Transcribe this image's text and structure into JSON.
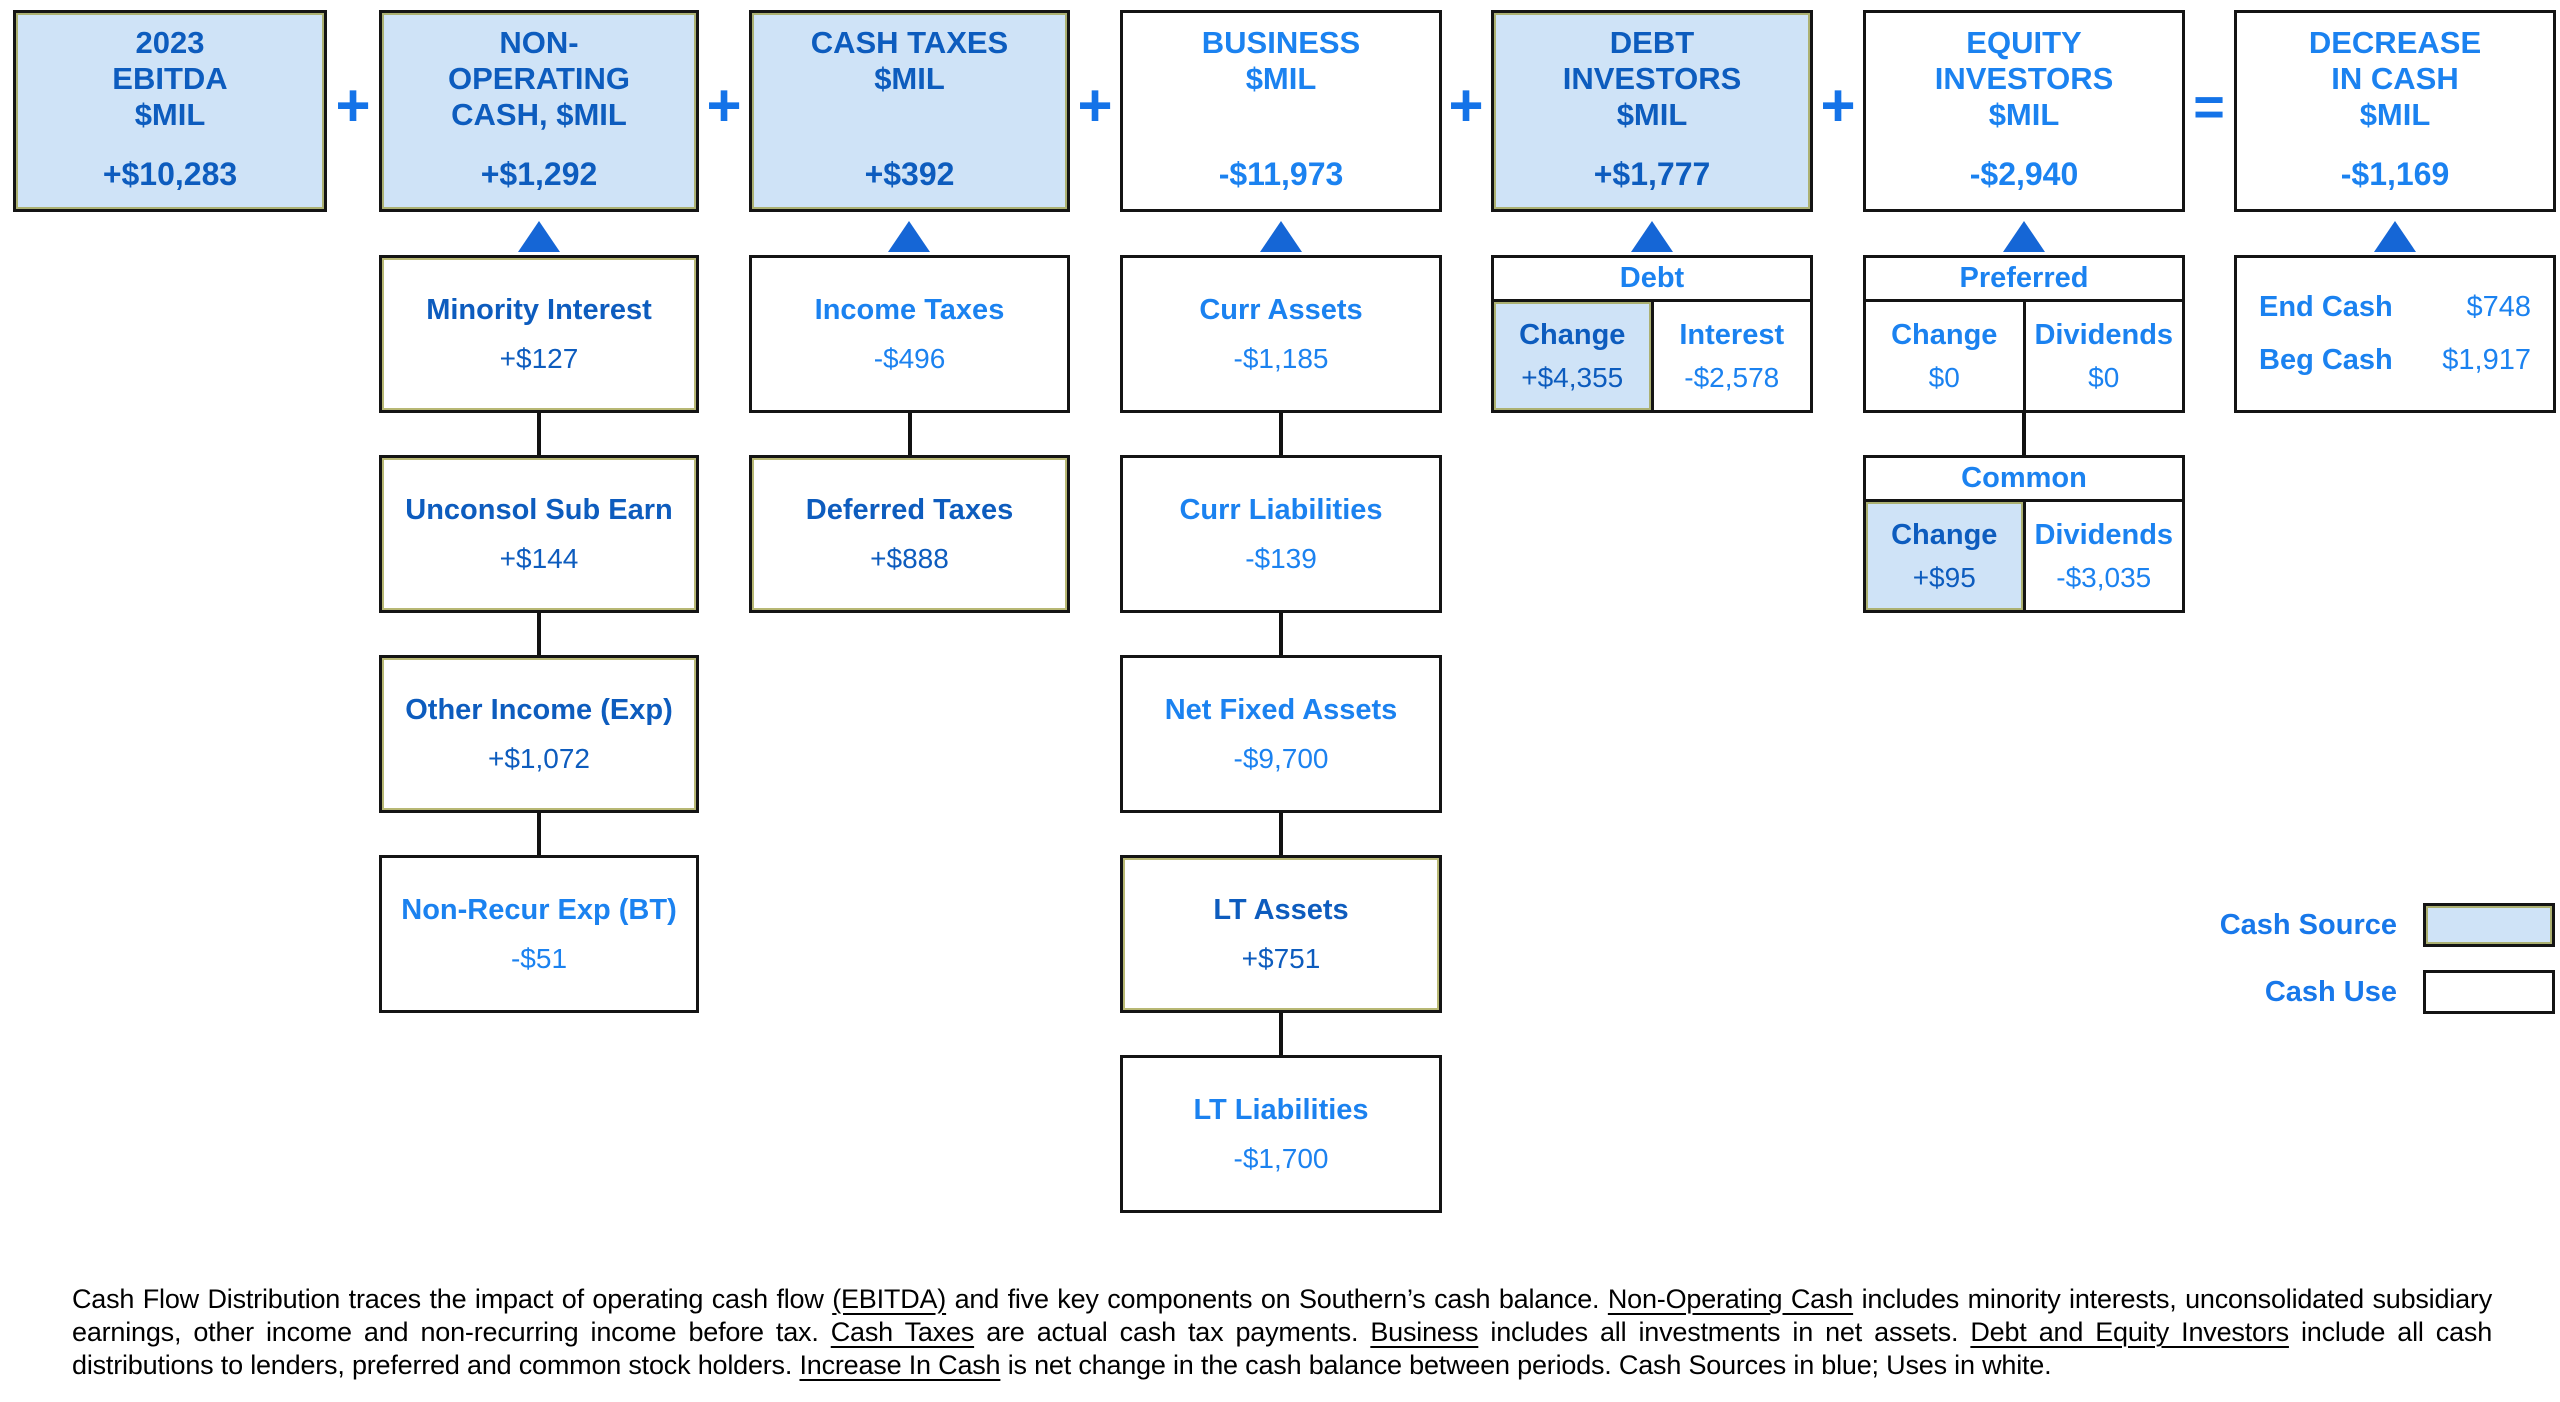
{
  "palette": {
    "cash_source_fill": "#cfe3f7",
    "cash_use_fill": "#ffffff",
    "text_on_blue": "#0d5cbe",
    "text_on_white": "#1b82f0",
    "operator_blue": "#1473e8",
    "arrow_blue": "#1566d6",
    "border": "#141414"
  },
  "flow": {
    "operators": [
      "+",
      "+",
      "+",
      "+",
      "+",
      "="
    ],
    "top_boxes": [
      {
        "title": "2023\nEBITDA\n$MIL",
        "value": "+$10,283",
        "fill": "blue"
      },
      {
        "title": "NON-\nOPERATING\nCASH, $MIL",
        "value": "+$1,292",
        "fill": "blue"
      },
      {
        "title": "CASH TAXES\n$MIL",
        "value": "+$392",
        "fill": "blue"
      },
      {
        "title": "BUSINESS\n$MIL",
        "value": "-$11,973",
        "fill": "white"
      },
      {
        "title": "DEBT\nINVESTORS\n$MIL",
        "value": "+$1,777",
        "fill": "blue"
      },
      {
        "title": "EQUITY\nINVESTORS\n$MIL",
        "value": "-$2,940",
        "fill": "white"
      },
      {
        "title": "DECREASE\nIN CASH\n$MIL",
        "value": "-$1,169",
        "fill": "white"
      }
    ],
    "non_operating_items": [
      {
        "label": "Minority Interest",
        "value": "+$127",
        "fill": "blue"
      },
      {
        "label": "Unconsol Sub Earn",
        "value": "+$144",
        "fill": "blue"
      },
      {
        "label": "Other Income (Exp)",
        "value": "+$1,072",
        "fill": "blue"
      },
      {
        "label": "Non-Recur Exp (BT)",
        "value": "-$51",
        "fill": "white"
      }
    ],
    "cash_taxes_items": [
      {
        "label": "Income Taxes",
        "value": "-$496",
        "fill": "white"
      },
      {
        "label": "Deferred Taxes",
        "value": "+$888",
        "fill": "blue"
      }
    ],
    "business_items": [
      {
        "label": "Curr Assets",
        "value": "-$1,185",
        "fill": "white"
      },
      {
        "label": "Curr Liabilities",
        "value": "-$139",
        "fill": "white"
      },
      {
        "label": "Net Fixed Assets",
        "value": "-$9,700",
        "fill": "white"
      },
      {
        "label": "LT Assets",
        "value": "+$751",
        "fill": "blue"
      },
      {
        "label": "LT Liabilities",
        "value": "-$1,700",
        "fill": "white"
      }
    ],
    "debt_table": {
      "header": "Debt",
      "cells": [
        {
          "label": "Change",
          "value": "+$4,355",
          "fill": "blue"
        },
        {
          "label": "Interest",
          "value": "-$2,578",
          "fill": "white"
        }
      ]
    },
    "preferred_table": {
      "header": "Preferred",
      "cells": [
        {
          "label": "Change",
          "value": "$0",
          "fill": "white"
        },
        {
          "label": "Dividends",
          "value": "$0",
          "fill": "white"
        }
      ]
    },
    "common_table": {
      "header": "Common",
      "cells": [
        {
          "label": "Change",
          "value": "+$95",
          "fill": "blue"
        },
        {
          "label": "Dividends",
          "value": "-$3,035",
          "fill": "white"
        }
      ]
    },
    "cash_box": {
      "rows": [
        {
          "label": "End Cash",
          "value": "$748"
        },
        {
          "label": "Beg Cash",
          "value": "$1,917"
        }
      ]
    },
    "legend": {
      "items": [
        {
          "label": "Cash Source",
          "fill": "blue"
        },
        {
          "label": "Cash Use",
          "fill": "white"
        }
      ]
    }
  },
  "footnote": {
    "segments": [
      {
        "text": "Cash Flow Distribution traces the impact of operating cash flow ",
        "underline": false
      },
      {
        "text": "(EBITDA)",
        "underline": true
      },
      {
        "text": " and five key components on Southern’s cash balance. ",
        "underline": false
      },
      {
        "text": "Non-Operating Cash",
        "underline": true
      },
      {
        "text": " includes minority interests, unconsolidated subsidiary earnings, other income and non-recurring income before tax. ",
        "underline": false
      },
      {
        "text": "Cash Taxes",
        "underline": true
      },
      {
        "text": " are actual cash tax payments. ",
        "underline": false
      },
      {
        "text": "Business",
        "underline": true
      },
      {
        "text": " includes all investments in net assets. ",
        "underline": false
      },
      {
        "text": "Debt and Equity Investors",
        "underline": true
      },
      {
        "text": " include all cash distributions to lenders, preferred and common stock holders. ",
        "underline": false
      },
      {
        "text": "Increase In Cash",
        "underline": true
      },
      {
        "text": " is net change in the cash balance between periods. Cash Sources in blue; Uses in white.",
        "underline": false
      }
    ]
  }
}
